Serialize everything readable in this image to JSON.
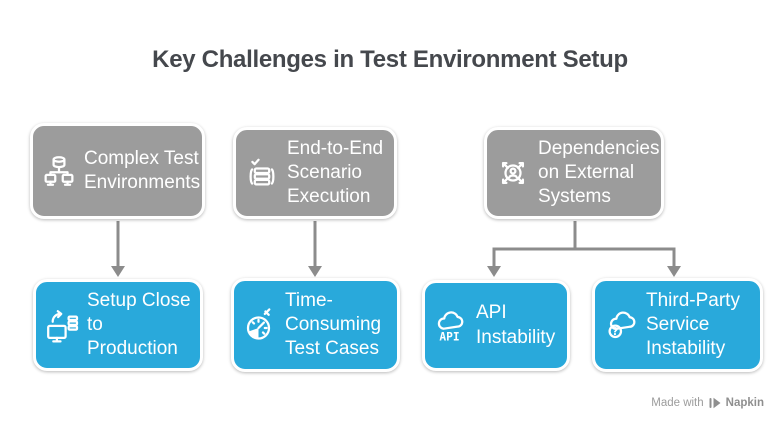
{
  "page": {
    "background": "#FFFFFF"
  },
  "title": {
    "text": "Key Challenges in Test Environment Setup",
    "color": "#45484D"
  },
  "colors": {
    "gray_box_fill": "#9C9C9C",
    "blue_box_fill": "#29A9DB",
    "box_border": "#FFFFFF",
    "box_text": "#FFFFFF",
    "arrow": "#8C8C8C",
    "watermark_text": "#9C9C9C"
  },
  "diagram": {
    "top_row": [
      {
        "id": "complex-test-environments",
        "label": "Complex Test\nEnvironments",
        "icon": "network-computers-icon"
      },
      {
        "id": "end-to-end-scenario-execution",
        "label": "End-to-End\nScenario\nExecution",
        "icon": "scenario-stack-check-icon"
      },
      {
        "id": "dependencies-on-external-systems",
        "label": "Dependencies\non External\nSystems",
        "icon": "external-dependencies-icon"
      }
    ],
    "bottom_row": [
      {
        "id": "setup-close-to-production",
        "label": "Setup Close\nto\nProduction",
        "icon": "monitor-sync-icon"
      },
      {
        "id": "time-consuming-test-cases",
        "label": "Time-\nConsuming\nTest Cases",
        "icon": "stopwatch-icon"
      },
      {
        "id": "api-instability",
        "label": "API\nInstability",
        "icon": "cloud-api-icon"
      },
      {
        "id": "third-party-service-instability",
        "label": "Third-Party\nService\nInstability",
        "icon": "cloud-question-icon"
      }
    ],
    "connections": [
      {
        "from": "complex-test-environments",
        "to": "setup-close-to-production"
      },
      {
        "from": "end-to-end-scenario-execution",
        "to": "time-consuming-test-cases"
      },
      {
        "from": "dependencies-on-external-systems",
        "to": "api-instability"
      },
      {
        "from": "dependencies-on-external-systems",
        "to": "third-party-service-instability"
      }
    ]
  },
  "icon_text": {
    "api_label": "API",
    "question_mark": "?"
  },
  "watermark": {
    "prefix": "Made with",
    "brand": "Napkin"
  }
}
